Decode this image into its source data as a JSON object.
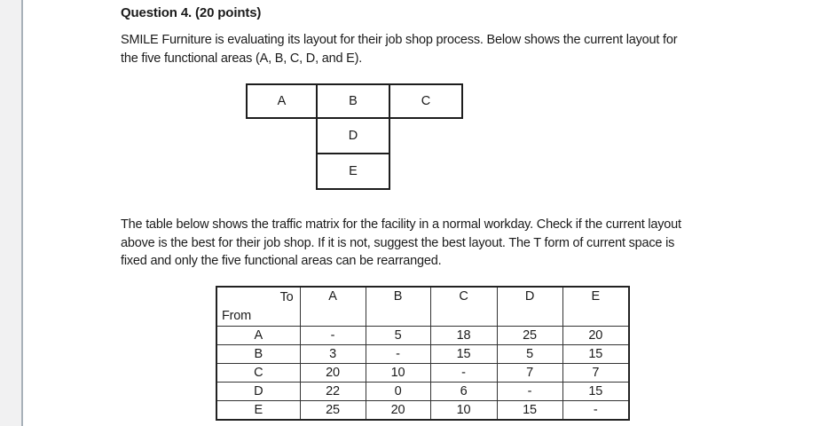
{
  "page": {
    "background": "#ffffff",
    "gutter_color": "#f1f1f2",
    "gutter_border_color": "#a8b1b9",
    "text_color": "#1b1b1b"
  },
  "question": {
    "title": "Question 4. (20 points)",
    "intro_lines": [
      "SMILE Furniture is evaluating its layout for their job shop process. Below shows the current layout for",
      "the five functional areas (A, B, C, D, and E)."
    ],
    "body_lines": [
      "The table below shows the traffic matrix for the facility in a normal workday. Check if the current layout",
      "above is the best for their job shop. If it is not, suggest the best layout. The T form of current space is",
      "fixed and only the five functional areas can be rearranged."
    ]
  },
  "layout_diagram": {
    "a": "A",
    "b": "B",
    "c": "C",
    "d": "D",
    "e": "E"
  },
  "traffic_matrix": {
    "corner": {
      "to_label": "To",
      "from_label": "From"
    },
    "columns": [
      "A",
      "B",
      "C",
      "D",
      "E"
    ],
    "rows": [
      {
        "label": "A",
        "values": [
          "-",
          "5",
          "18",
          "25",
          "20"
        ]
      },
      {
        "label": "B",
        "values": [
          "3",
          "-",
          "15",
          "5",
          "15"
        ]
      },
      {
        "label": "C",
        "values": [
          "20",
          "10",
          "-",
          "7",
          "7"
        ]
      },
      {
        "label": "D",
        "values": [
          "22",
          "0",
          "6",
          "-",
          "15"
        ]
      },
      {
        "label": "E",
        "values": [
          "25",
          "20",
          "10",
          "15",
          "-"
        ]
      }
    ]
  }
}
